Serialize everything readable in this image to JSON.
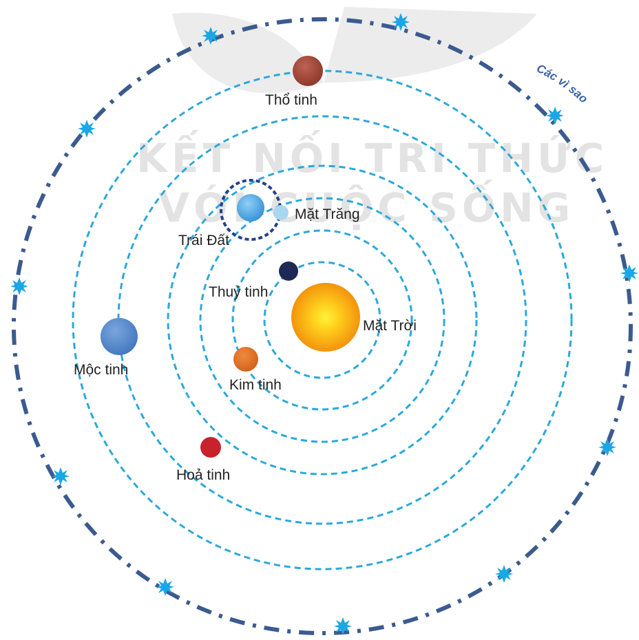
{
  "watermark": {
    "line1": "KẾT NỐI TRI THỨC",
    "line2": "VỚI CUỘC SỐNG"
  },
  "bodies": {
    "sun": {
      "label": "Mặt Trời"
    },
    "mercury": {
      "label": "Thuỷ tinh"
    },
    "venus": {
      "label": "Kim tinh"
    },
    "earth": {
      "label": "Trái Đất"
    },
    "moon": {
      "label": "Mặt Trăng"
    },
    "mars": {
      "label": "Hoả tinh"
    },
    "jupiter": {
      "label": "Mộc tinh"
    },
    "saturn": {
      "label": "Thổ tinh"
    }
  },
  "stars_label": "Các vì sao",
  "colors": {
    "orbit": "#2aa8dc",
    "outer_ring": "#3b5b8f",
    "star": "#1aa7e6",
    "sun_core": "#ffe23a",
    "sun_edge": "#f39a10",
    "mercury": "#1e2a55",
    "venus": "#e27425",
    "earth": "#4aa4e4",
    "moon": "#a9d7ef",
    "mars": "#c8222c",
    "jupiter": "#5a8fd0",
    "saturn": "#a4493a",
    "moon_orbit": "#24418c"
  },
  "icons": {
    "stars": "star-burst-icon"
  }
}
